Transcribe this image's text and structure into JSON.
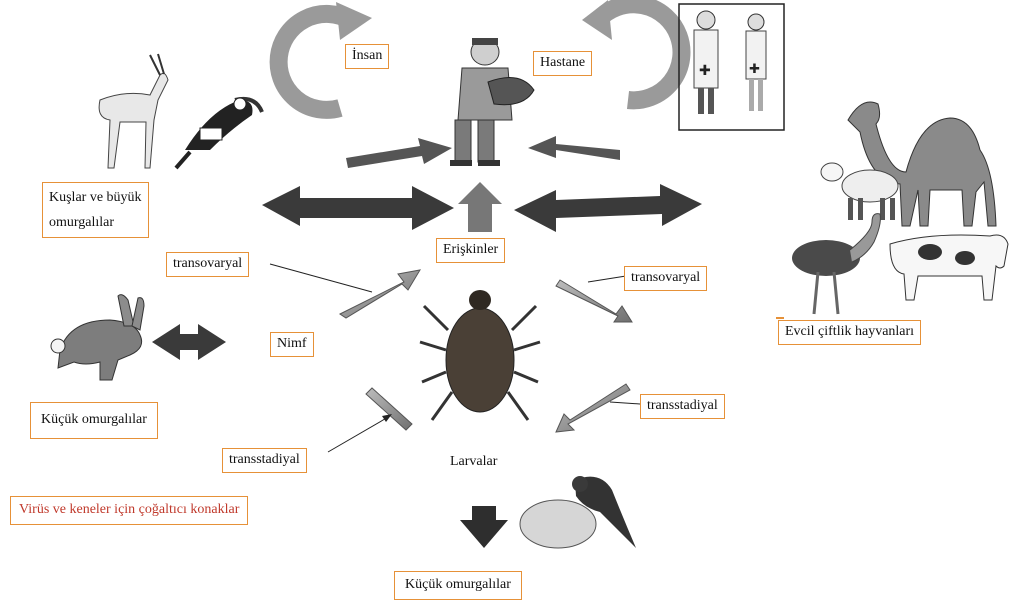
{
  "labels": {
    "insan": "İnsan",
    "hastane": "Hastane",
    "kuslar_line1": "Kuşlar ve büyük",
    "kuslar_line2": "omurgalılar",
    "eriskinler": "Erişkinler",
    "transovaryal_left": "transovaryal",
    "transovaryal_right": "transovaryal",
    "nimf": "Nimf",
    "kucuk_omurgalilar_left": "Küçük omurgalılar",
    "evcil": "Evcil çiftlik hayvanları",
    "transstadiyal_right": "transstadiyal",
    "transstadiyal_left": "transstadiyal",
    "larvalar": "Larvalar",
    "virus": "Virüs ve keneler için çoğaltıcı konaklar",
    "kucuk_omurgalilar_bottom": "Küçük omurgalılar"
  },
  "colors": {
    "box_border": "#e69138",
    "arrow_dark": "#3a3a3a",
    "arrow_mid": "#777777",
    "arrow_light": "#9a9a9a",
    "virus_text": "#c0392b"
  },
  "icons": [
    "gazelle-icon",
    "hornbill-icon",
    "rabbit-icon",
    "human-carrying-animal-icon",
    "doctor-nurse-icon",
    "camel-icon",
    "sheep-icon",
    "ostrich-icon",
    "cow-icon",
    "tick-icon",
    "bird-nest-icon"
  ]
}
